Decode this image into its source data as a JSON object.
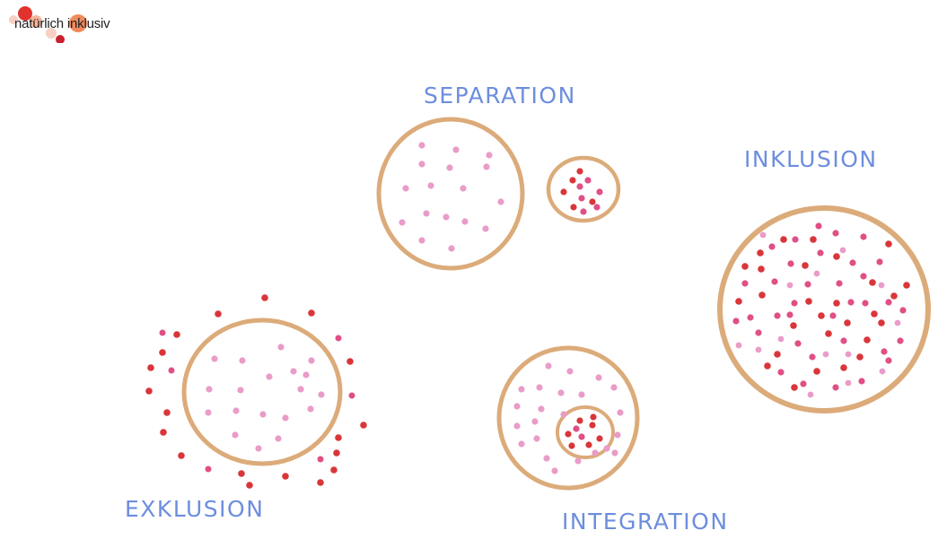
{
  "brand": {
    "name": "natürlich inklusiv",
    "dot_colors": [
      "#e2322d",
      "#f08a5d",
      "#f6b59b",
      "#cc1f2e",
      "#f7cfc3"
    ]
  },
  "colors": {
    "ring": "#dcab7a",
    "label": "#6d8ede",
    "dot_red": "#d9363a",
    "dot_pink": "#e04f85",
    "dot_light": "#e99cc8"
  },
  "labels": {
    "separation": "SEPARATION",
    "inklusion": "INKLUSION",
    "exklusion": "EXKLUSION",
    "integration": "INTEGRATION"
  }
}
